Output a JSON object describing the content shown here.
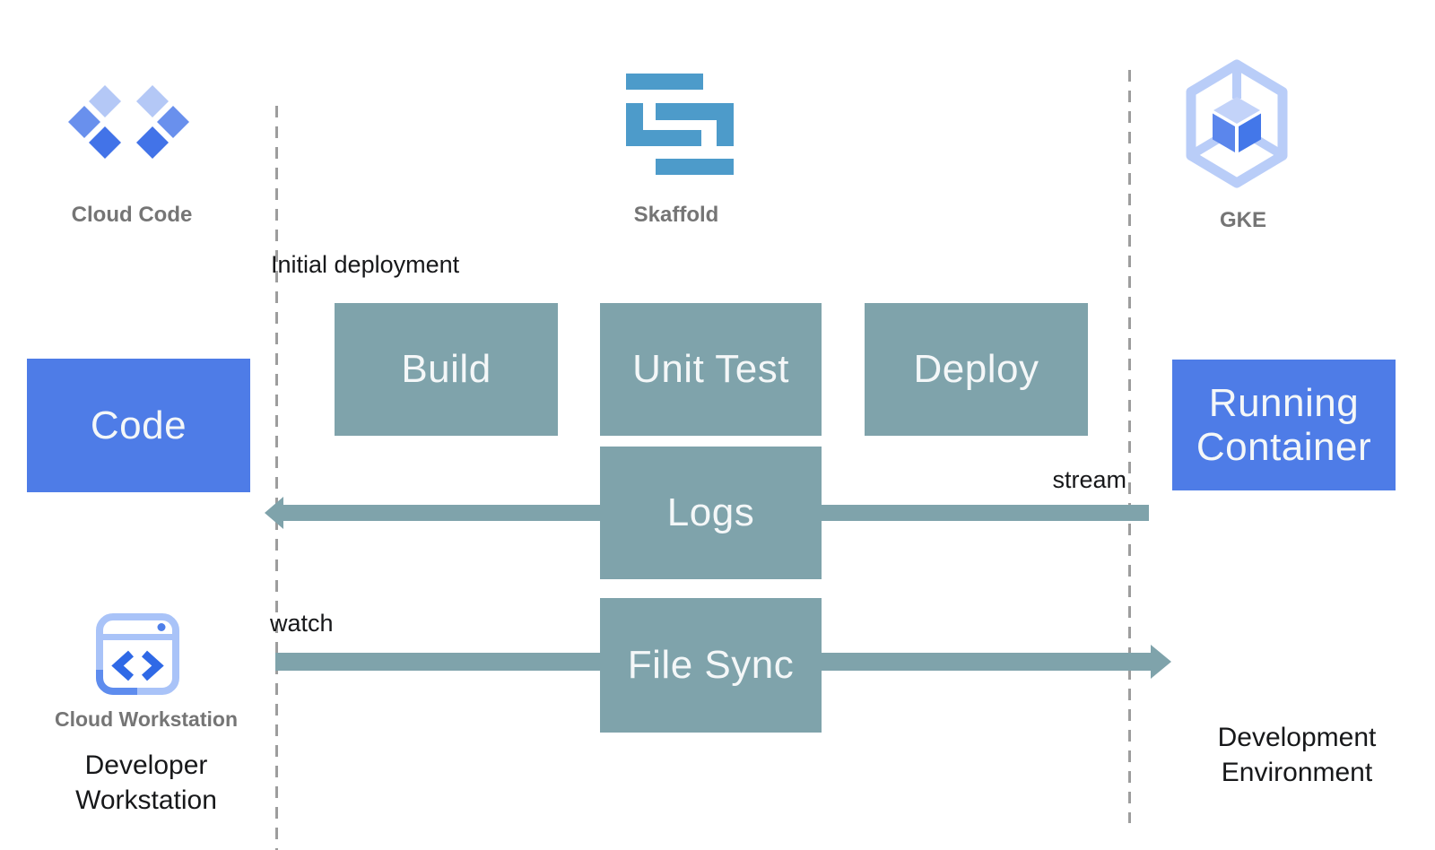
{
  "nodes": {
    "cloud_code": {
      "label": "Cloud Code"
    },
    "skaffold": {
      "label": "Skaffold"
    },
    "gke": {
      "label": "GKE"
    },
    "cloud_workstation": {
      "label": "Cloud Workstation"
    },
    "code": {
      "label": "Code"
    },
    "build": {
      "label": "Build"
    },
    "unit_test": {
      "label": "Unit Test"
    },
    "deploy": {
      "label": "Deploy"
    },
    "logs": {
      "label": "Logs"
    },
    "file_sync": {
      "label": "File Sync"
    },
    "running_container": {
      "label": "Running Container"
    }
  },
  "annotations": {
    "initial_deployment": "Initial deployment",
    "stream": "stream",
    "watch": "watch"
  },
  "zones": {
    "developer_workstation": "Developer Workstation",
    "development_environment": "Development Environment"
  },
  "colors": {
    "box_blue": "#4e7ce7",
    "box_teal": "#7fa3ab",
    "arrow_teal": "#7fa3ab",
    "skaffold_blue": "#4d9bca",
    "icon_label_gray": "#757575",
    "text_dark": "#17181a",
    "divider_gray": "#9d9d9d",
    "box_text": "#f4f7f8",
    "cc_light": "#b4c8f6",
    "cc_medium": "#6990ed",
    "cc_dark": "#4273e8",
    "gke_ring": "#b9cdf8",
    "gke_top": "#c3d3f9",
    "gke_left": "#5b86ec",
    "gke_right": "#4377e9",
    "ws_frame": "#a9c3f8",
    "ws_body": "#c5d6fa",
    "ws_blue": "#2f69e6",
    "ws_dot": "#4d7ee9",
    "ws_accent": "#5e8cee"
  }
}
